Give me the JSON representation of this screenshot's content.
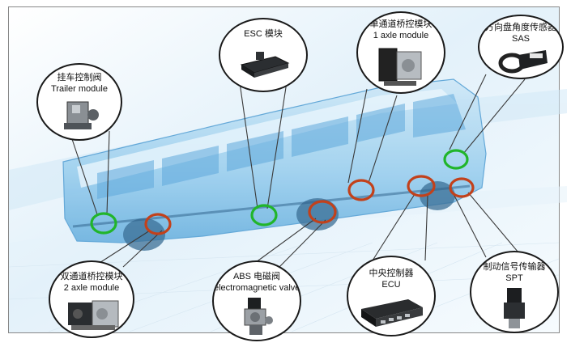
{
  "callouts": {
    "trailer": {
      "cn": "挂车控制阀",
      "en": "Trailer module"
    },
    "esc": {
      "cn": "ESC 模块"
    },
    "one_axle": {
      "cn": "单通道桥控模块",
      "en": "1 axle module"
    },
    "sas": {
      "cn": "方向盘角度传感器",
      "en": "SAS"
    },
    "two_axle": {
      "cn": "双通道桥控模块",
      "en": "2 axle module"
    },
    "abs": {
      "cn": "ABS 电磁阀",
      "en": "electromagnetic valve"
    },
    "ecu": {
      "cn": "中央控制器",
      "en": "ECU"
    },
    "spt": {
      "cn": "制动信号传输器",
      "en": "SPT"
    }
  },
  "colors": {
    "green_marker": "#21b52a",
    "red_marker": "#c2411b",
    "bus_body": "#8fc9ec",
    "bus_light": "#d6ecf8",
    "callout_border": "#1a1a1a"
  },
  "icons": [
    "trailer-valve-icon",
    "esc-module-icon",
    "axle-module-icon",
    "angle-sensor-icon",
    "two-axle-module-icon",
    "abs-valve-icon",
    "ecu-box-icon",
    "spt-sensor-icon"
  ]
}
